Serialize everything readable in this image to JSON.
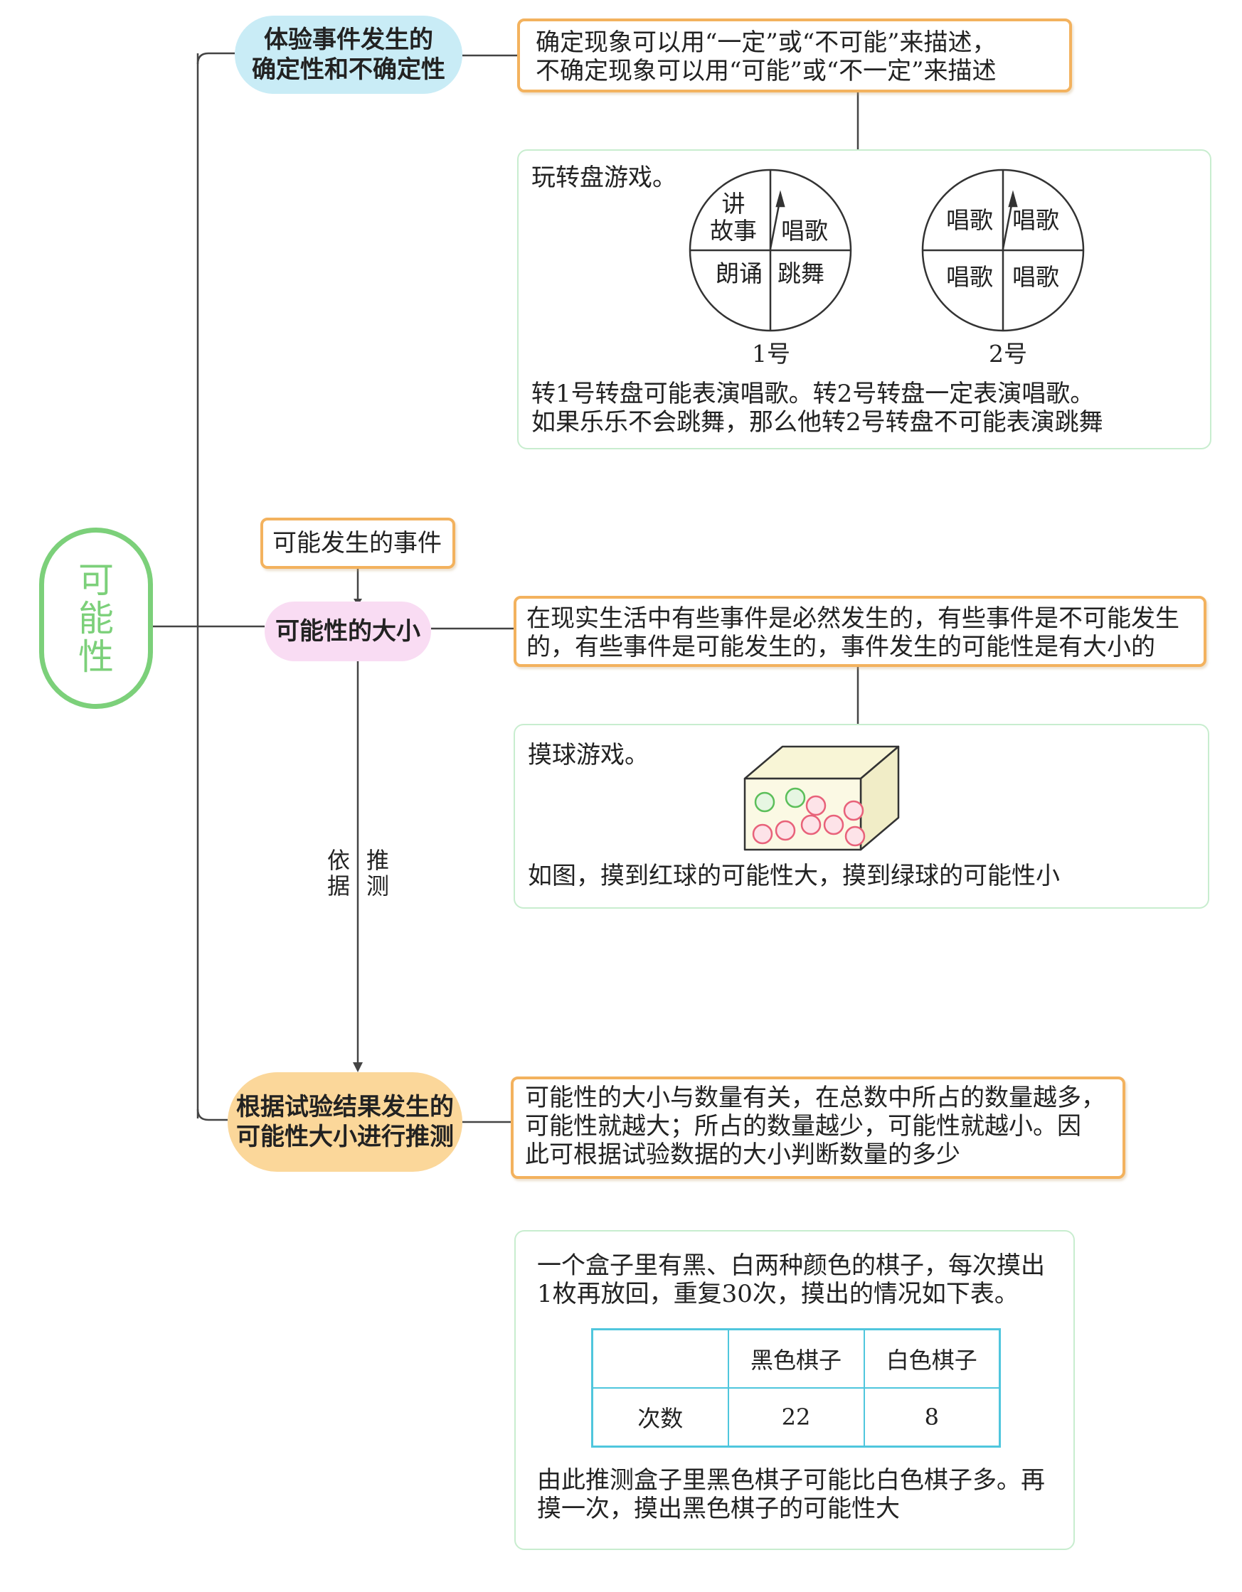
{
  "root": {
    "title": "可能性"
  },
  "branch1": {
    "node": "体验事件发生的\n确定性和不确定性",
    "desc": "确定现象可以用“一定”或“不可能”来描述，\n不确定现象可以用“可能”或“不一定”来描述",
    "example": {
      "intro": "玩转盘游戏。",
      "spinner1": {
        "sectors": [
          "讲\n故事",
          "唱歌",
          "朗诵",
          "跳舞"
        ],
        "caption": "1号"
      },
      "spinner2": {
        "sectors": [
          "唱歌",
          "唱歌",
          "唱歌",
          "唱歌"
        ],
        "caption": "2号"
      },
      "conclusion": "转1号转盘可能表演唱歌。转2号转盘一定表演唱歌。\n如果乐乐不会跳舞，那么他转2号转盘不可能表演跳舞"
    }
  },
  "branch2": {
    "pre_node": "可能发生的事件",
    "node": "可能性的大小",
    "desc": "在现实生活中有些事件是必然发生的，有些事件是不可能发生\n的，有些事件是可能发生的，事件发生的可能性是有大小的",
    "example": {
      "intro": "摸球游戏。",
      "conclusion": "如图，摸到红球的可能性大，摸到绿球的可能性小"
    },
    "arrow_left": "依据",
    "arrow_right": "推测"
  },
  "branch3": {
    "node": "根据试验结果发生的\n可能性大小进行推测",
    "desc": "可能性的大小与数量有关，在总数中所占的数量越多，\n可能性就越大；所占的数量越少，可能性就越小。因\n此可根据试验数据的大小判断数量的多少",
    "example": {
      "intro": "一个盒子里有黑、白两种颜色的棋子，每次摸出\n1枚再放回，重复30次，摸出的情况如下表。",
      "table": {
        "headers": [
          "",
          "黑色棋子",
          "白色棋子"
        ],
        "row_label": "次数",
        "values": [
          "22",
          "8"
        ]
      },
      "conclusion": "由此推测盒子里黑色棋子可能比白色棋子多。再\n摸一次，摸出黑色棋子的可能性大"
    }
  },
  "colors": {
    "root": "#7cd07a",
    "node1_bg": "#c9ecf6",
    "node2_bg": "#f9dcf3",
    "node3_bg": "#fbd79a",
    "orange_border": "#f3b25e",
    "panel_border": "#c8edcf",
    "table_border": "#4fc6dd",
    "ball_red": "#e8627a",
    "ball_green": "#5cbf5a",
    "box_fill": "#f8f5d6"
  }
}
